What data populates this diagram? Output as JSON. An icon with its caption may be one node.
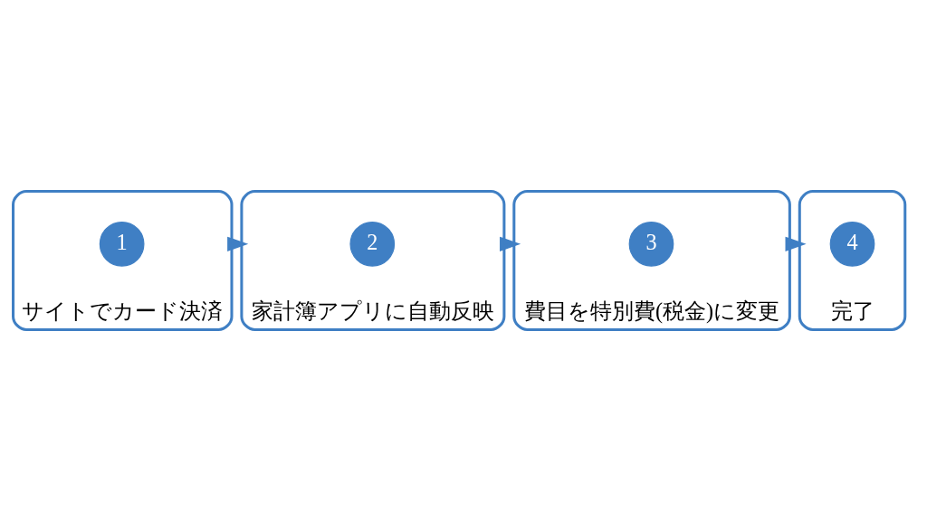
{
  "diagram": {
    "nodes": [
      {
        "text": [
          "サイトでカード決済"
        ]
      },
      {
        "text": [
          "1"
        ],
        "in": 0
      },
      {
        "text": [
          "家計簿アプリに自動反映"
        ]
      },
      {
        "text": [
          "2"
        ],
        "in": 2
      },
      {
        "text": [
          "費目を特別費(税金)に変更"
        ]
      },
      {
        "text": [
          "3"
        ],
        "in": 4
      },
      {
        "text": [
          "完了"
        ]
      },
      {
        "text": [
          "4"
        ],
        "in": 6
      }
    ],
    "edges": [
      {
        "from": 0,
        "to": 2,
        "arrow": "to"
      },
      {
        "from": 2,
        "to": 4,
        "arrow": "to"
      },
      {
        "from": 4,
        "to": 6,
        "arrow": "to"
      }
    ]
  }
}
